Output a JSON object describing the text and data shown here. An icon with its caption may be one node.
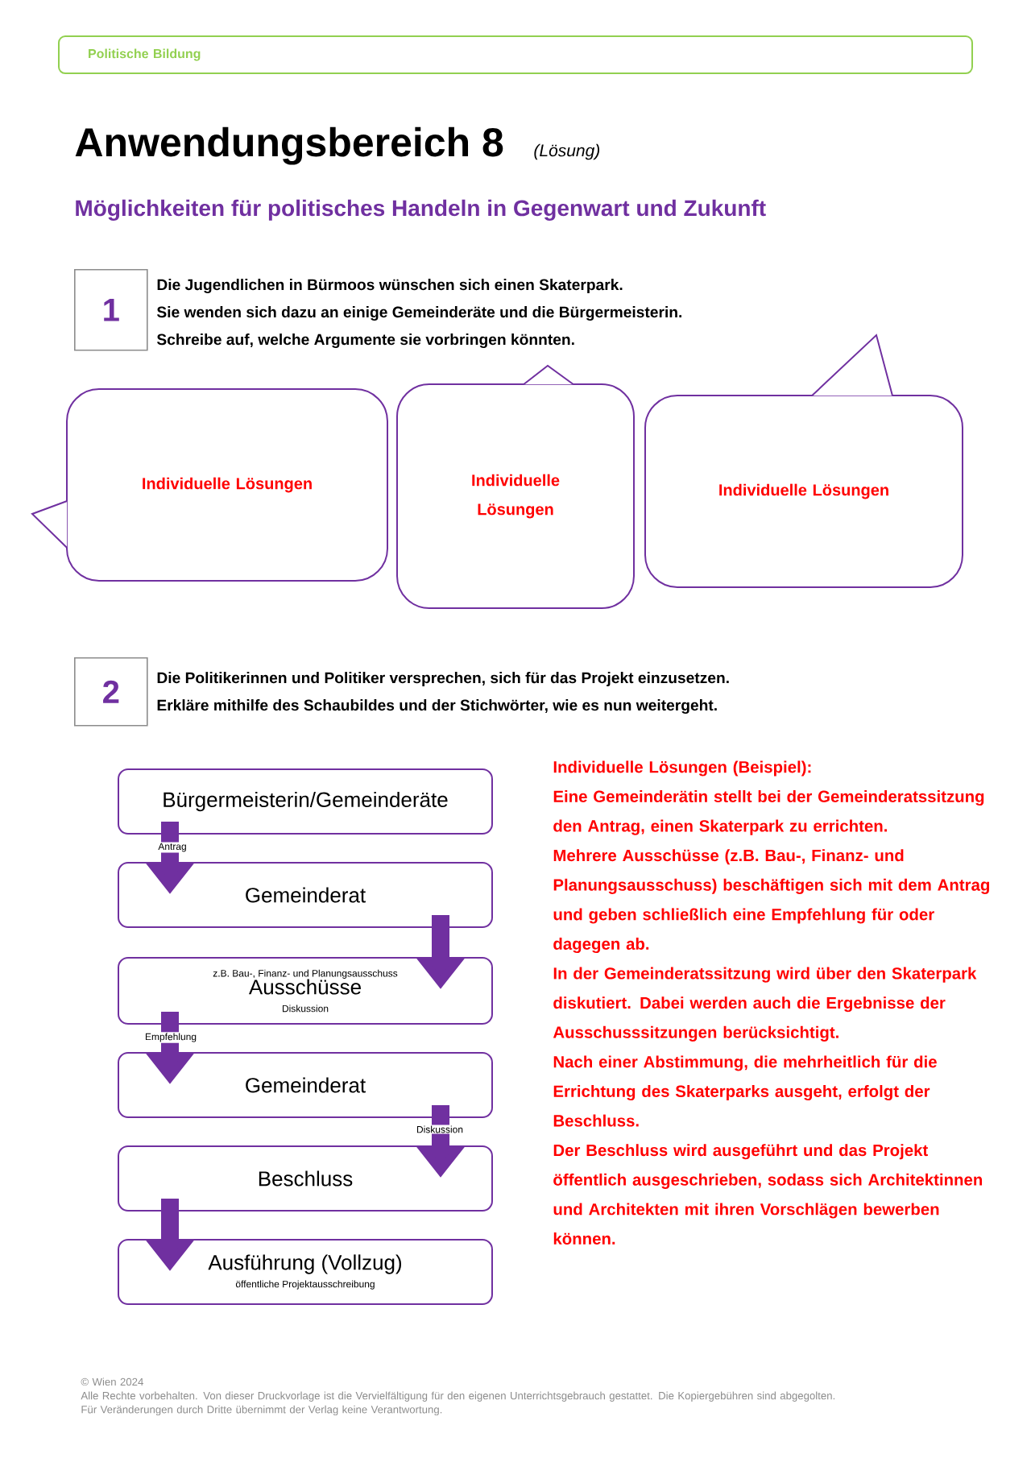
{
  "diagram": {
    "title": "Anwendungsbereich 8",
    "nodes": [
      {
        "text": [
          "Politische Bildung"
        ]
      },
      {
        "text": [
          "1"
        ]
      },
      {
        "text": [
          "Individuelle Lösungen"
        ]
      },
      {
        "text": [
          "Individuelle Lösungen"
        ]
      },
      {
        "text": [
          "Individuelle Lösungen"
        ]
      },
      {
        "text": [
          "2"
        ]
      },
      {
        "text": [
          "Bürgermeisterin/Gemeinderäte"
        ]
      },
      {
        "text": [
          "Gemeinderat"
        ]
      },
      {
        "text": [
          "z.B. Bau-, Finanz- und Planungsausschuss",
          "Ausschüsse",
          "Diskussion"
        ]
      },
      {
        "text": [
          "Gemeinderat"
        ]
      },
      {
        "text": [
          "Beschluss"
        ]
      },
      {
        "text": [
          "Ausführung (Vollzug)",
          "öffentliche Projektausschreibung"
        ]
      }
    ],
    "edges": [
      {
        "from": 6,
        "to": 7,
        "arrow": "to",
        "label": "Antrag"
      },
      {
        "from": 7,
        "to": 8,
        "arrow": "to"
      },
      {
        "from": 8,
        "to": 9,
        "arrow": "to",
        "label": "Empfehlung"
      },
      {
        "from": 9,
        "to": 10,
        "arrow": "to",
        "label": "Diskussion"
      },
      {
        "from": 10,
        "to": 11,
        "arrow": "to"
      }
    ],
    "labels": [
      "(Lösung)",
      "Möglichkeiten für politisches Handeln in Gegenwart und Zukunft",
      "Die Jugendlichen in Bürmoos wünschen sich einen Skaterpark.",
      "Sie wenden sich dazu an einige Gemeinderäte und die Bürgermeisterin.",
      "Schreibe auf, welche Argumente sie vorbringen könnten.",
      "Die Politikerinnen und Politiker versprechen, sich für das Projekt einzusetzen.",
      "Erkläre mithilfe des Schaubildes und der Stichwörter, wie es nun weitergeht.",
      "Individuelle Lösungen (Beispiel):",
      "Eine Gemeinderätin stellt bei der Gemeinderatssitzung den Antrag, einen Skaterpark zu errichten.",
      "Mehrere Ausschüsse (z.B. Bau-, Finanz- und Planungsausschuss) beschäftigen sich mit dem Antrag und geben schließlich eine Empfehlung für oder dagegen ab.",
      "In der Gemeinderatssitzung wird über den Skaterpark diskutiert. Dabei werden auch die Ergebnisse der Ausschusssitzungen berücksichtigt.",
      "Nach einer Abstimmung, die mehrheitlich für die Errichtung des Skaterparks ausgeht, erfolgt der Beschluss.",
      "Der Beschluss wird ausgeführt und das Projekt öffentlich ausgeschrieben, sodass sich Architektinnen und Architekten mit ihren Vorschlägen bewerben können.",
      "© Wien 2024",
      "Alle Rechte vorbehalten. Von dieser Druckvorlage ist die Vervielfältigung für den eigenen Unterrichtsgebrauch gestattet. Die Kopiergebühren sind abgegolten. Für Veränderungen durch Dritte übernimmt der Verlag keine Verantwortung."
    ]
  }
}
